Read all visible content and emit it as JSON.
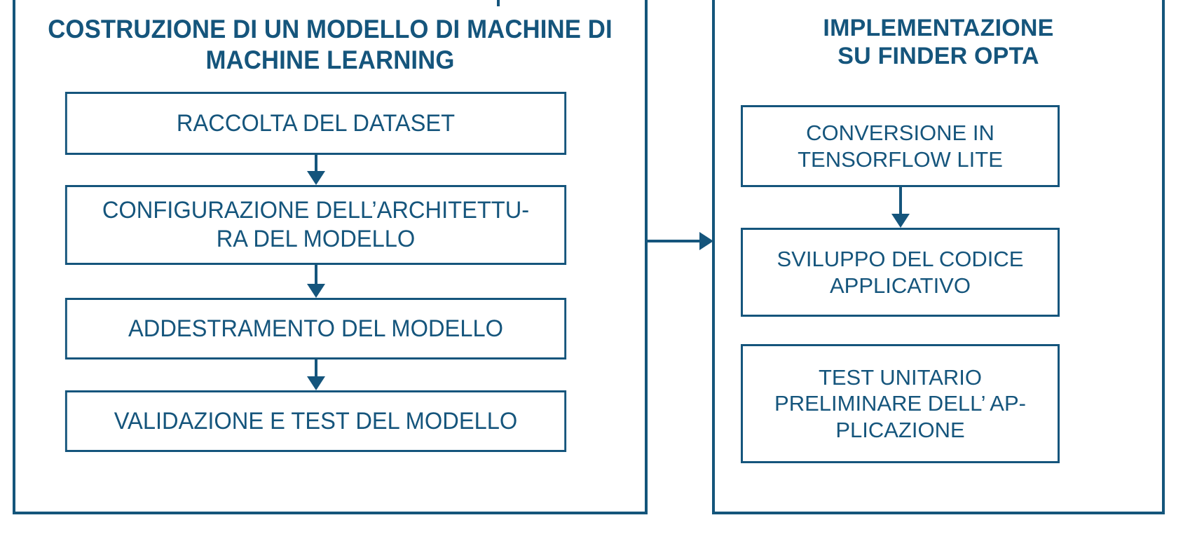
{
  "theme": {
    "line_color": "#15557c",
    "text_color": "#15557c",
    "background": "#ffffff"
  },
  "panels": [
    {
      "id": "left",
      "title": "COSTRUZIONE DI UN MODELLO DI MACHINE DI\nMACHINE LEARNING",
      "steps": [
        {
          "id": "l1",
          "label": "RACCOLTA DEL DATASET"
        },
        {
          "id": "l2",
          "label": "CONFIGURAZIONE DELL’ARCHITETTU-\nRA DEL MODELLO"
        },
        {
          "id": "l3",
          "label": "ADDESTRAMENTO DEL MODELLO"
        },
        {
          "id": "l4",
          "label": "VALIDAZIONE E TEST DEL MODELLO"
        }
      ]
    },
    {
      "id": "right",
      "title": "IMPLEMENTAZIONE\nSU FINDER OPTA",
      "steps": [
        {
          "id": "r1",
          "label": "CONVERSIONE IN\nTENSORFLOW LITE"
        },
        {
          "id": "r2",
          "label": "SVILUPPO DEL CODICE\nAPPLICATIVO"
        },
        {
          "id": "r3",
          "label": "TEST UNITARIO\nPRELIMINARE DELL’  AP-\nPLICAZIONE"
        }
      ]
    }
  ],
  "connectors": [
    {
      "id": "l1",
      "name": "arrow-raccolta-to-configurazione",
      "direction": "down"
    },
    {
      "id": "l2",
      "name": "arrow-configurazione-to-addestramento",
      "direction": "down"
    },
    {
      "id": "l3",
      "name": "arrow-addestramento-to-validazione",
      "direction": "down"
    },
    {
      "id": "r1",
      "name": "arrow-conversione-to-sviluppo",
      "direction": "down"
    },
    {
      "id": "bridge",
      "name": "arrow-left-panel-to-right-panel",
      "direction": "right"
    }
  ],
  "chart_data": {
    "type": "diagram",
    "title": "Flusso di costruzione e implementazione del modello di machine learning",
    "nodes": [
      {
        "group": "COSTRUZIONE DI UN MODELLO DI MACHINE DI MACHINE LEARNING",
        "order": 1,
        "label": "RACCOLTA DEL DATASET"
      },
      {
        "group": "COSTRUZIONE DI UN MODELLO DI MACHINE DI MACHINE LEARNING",
        "order": 2,
        "label": "CONFIGURAZIONE DELL’ARCHITETTURA DEL MODELLO"
      },
      {
        "group": "COSTRUZIONE DI UN MODELLO DI MACHINE DI MACHINE LEARNING",
        "order": 3,
        "label": "ADDESTRAMENTO DEL MODELLO"
      },
      {
        "group": "COSTRUZIONE DI UN MODELLO DI MACHINE DI MACHINE LEARNING",
        "order": 4,
        "label": "VALIDAZIONE E TEST DEL MODELLO"
      },
      {
        "group": "IMPLEMENTAZIONE SU FINDER OPTA",
        "order": 1,
        "label": "CONVERSIONE IN TENSORFLOW LITE"
      },
      {
        "group": "IMPLEMENTAZIONE SU FINDER OPTA",
        "order": 2,
        "label": "SVILUPPO DEL CODICE APPLICATIVO"
      },
      {
        "group": "IMPLEMENTAZIONE SU FINDER OPTA",
        "order": 3,
        "label": "TEST UNITARIO PRELIMINARE DELL’ APPLICAZIONE"
      }
    ],
    "edges": [
      {
        "from": "RACCOLTA DEL DATASET",
        "to": "CONFIGURAZIONE DELL’ARCHITETTURA DEL MODELLO"
      },
      {
        "from": "CONFIGURAZIONE DELL’ARCHITETTURA DEL MODELLO",
        "to": "ADDESTRAMENTO DEL MODELLO"
      },
      {
        "from": "ADDESTRAMENTO DEL MODELLO",
        "to": "VALIDAZIONE E TEST DEL MODELLO"
      },
      {
        "from": "COSTRUZIONE DI UN MODELLO DI MACHINE DI MACHINE LEARNING",
        "to": "IMPLEMENTAZIONE SU FINDER OPTA"
      },
      {
        "from": "CONVERSIONE IN TENSORFLOW LITE",
        "to": "SVILUPPO DEL CODICE APPLICATIVO"
      }
    ]
  }
}
